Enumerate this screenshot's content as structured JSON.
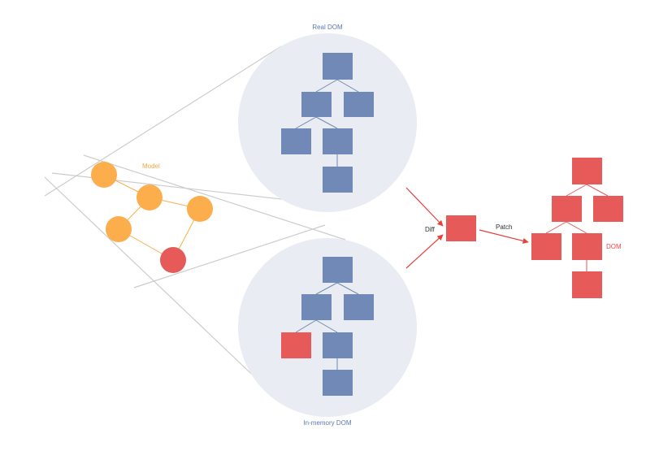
{
  "labels": {
    "real_dom": "Real DOM",
    "model": "Model",
    "in_memory_dom": "In-memory DOM",
    "diff": "Diff",
    "patch": "Patch",
    "dom": "DOM"
  },
  "colors": {
    "tree_blue": "#7189b7",
    "highlight_red": "#e75a5a",
    "model_orange": "#fcae4c",
    "circle_fill": "#e9ecf3",
    "line_gray": "#cccccc",
    "arrow_red": "#e8403c",
    "real_dom_label": "#5b78ad",
    "model_label": "#f5a543",
    "dom_label": "#e74c4c",
    "text_dark": "#333333"
  }
}
